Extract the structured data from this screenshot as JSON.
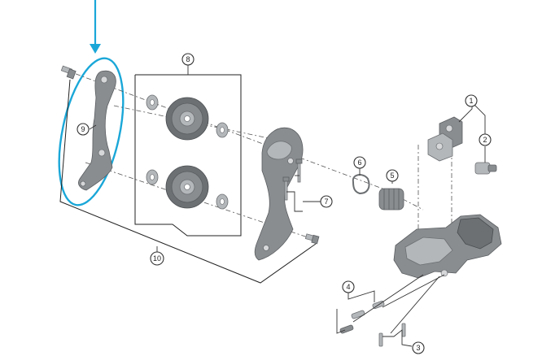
{
  "callouts": {
    "c1": "1",
    "c2": "2",
    "c3": "3",
    "c4": "4",
    "c5": "5",
    "c6": "6",
    "c7": "7",
    "c8": "8",
    "c9": "9",
    "c10": "10"
  },
  "colors": {
    "highlight": "#1aa7d8",
    "part": "#8a8d90",
    "line": "#333333"
  }
}
